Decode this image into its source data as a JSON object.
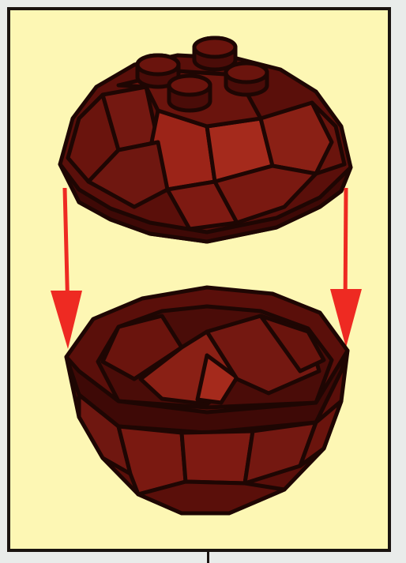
{
  "diagram": {
    "parts": [
      {
        "name": "lid",
        "shape": "faceted-dome-with-studs"
      },
      {
        "name": "base",
        "shape": "faceted-bowl"
      }
    ],
    "connection": "lid-fits-onto-base",
    "arrow_direction": "down"
  },
  "colors": {
    "background": "#fdf7b4",
    "frame": "#1a1410",
    "body_dark": "#5a0f0a",
    "body_mid": "#7e1a12",
    "body_light": "#a52a1c",
    "outline": "#1e0603",
    "arrow": "#ee2a22",
    "page_gray": "#e9ecea"
  }
}
